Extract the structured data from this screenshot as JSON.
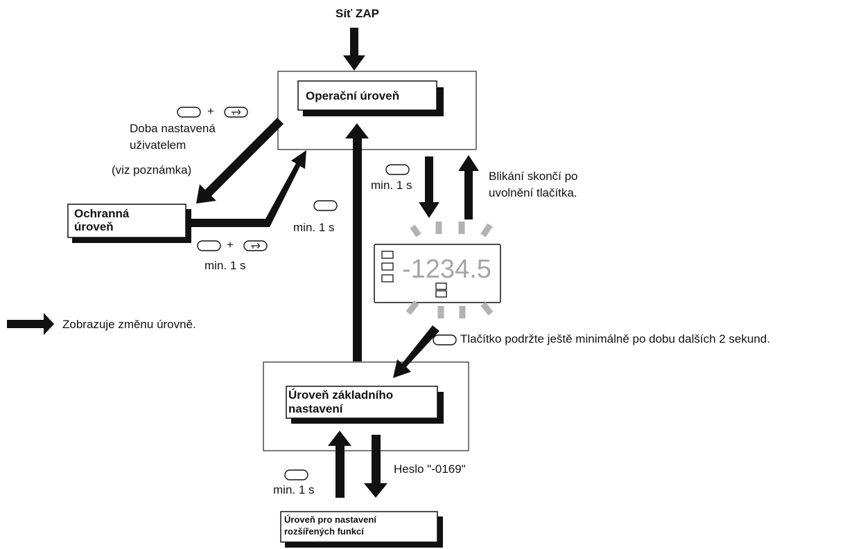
{
  "power_on": "Síť ZAP",
  "levels": {
    "operation": "Operační úroveň",
    "protection_line1": "Ochranná",
    "protection_line2": "úroveň",
    "initial_line1": "Úroveň základního",
    "initial_line2": "nastavení",
    "advanced_line1": "Úroveň pro nastavení",
    "advanced_line2": "rozšířených funkcí"
  },
  "annotations": {
    "plus": "+",
    "user_time_line1": "Doba nastavená",
    "user_time_line2": "uživatelem",
    "see_note": "(viz poznámka)",
    "min_1s": "min. 1 s",
    "flash_stop_line1": "Blikání skončí po",
    "flash_stop_line2": "uvolnění tlačítka.",
    "hold_2s": "Tlačítko podržte ještě minimálně po dobu dalších 2 sekund.",
    "password": "Heslo \"-0169\"",
    "legend": "Zobrazuje změnu úrovně."
  },
  "display": {
    "value": "-1234.5"
  },
  "colors": {
    "arrow": "#111111",
    "flash_ray": "#b3b3b3",
    "digits": "#a6a6a6"
  }
}
